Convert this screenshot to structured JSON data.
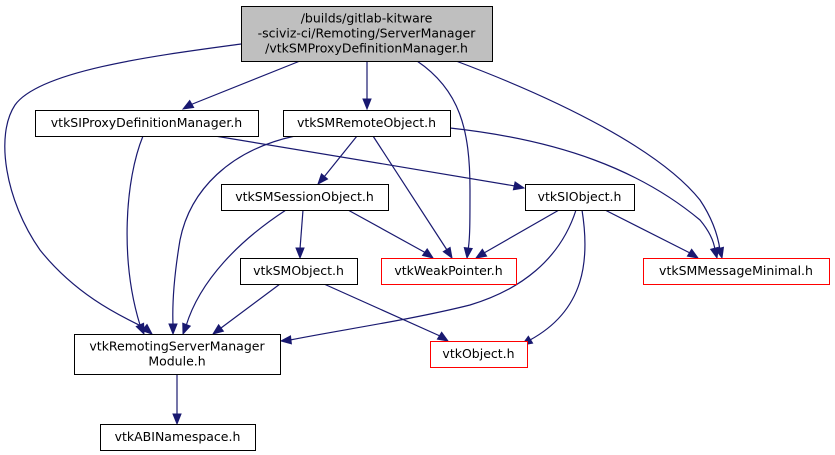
{
  "diagram": {
    "type": "include-dependency-graph",
    "colors": {
      "edge": "#191970",
      "root_fill": "#bfbfbf",
      "node_fill": "#ffffff",
      "node_border": "#000000",
      "external_border": "#ff0000",
      "root_border": "#000000"
    },
    "nodes": [
      {
        "id": "root",
        "kind": "root",
        "lines": [
          "/builds/gitlab-kitware",
          "-sciviz-ci/Remoting/ServerManager",
          "/vtkSMProxyDefinitionManager.h"
        ]
      },
      {
        "id": "siproxydef",
        "kind": "normal",
        "lines": [
          "vtkSIProxyDefinitionManager.h"
        ]
      },
      {
        "id": "smremote",
        "kind": "normal",
        "lines": [
          "vtkSMRemoteObject.h"
        ]
      },
      {
        "id": "smsession",
        "kind": "normal",
        "lines": [
          "vtkSMSessionObject.h"
        ]
      },
      {
        "id": "siobject",
        "kind": "normal",
        "lines": [
          "vtkSIObject.h"
        ]
      },
      {
        "id": "smobject",
        "kind": "normal",
        "lines": [
          "vtkSMObject.h"
        ]
      },
      {
        "id": "weakptr",
        "kind": "external",
        "lines": [
          "vtkWeakPointer.h"
        ]
      },
      {
        "id": "msgmin",
        "kind": "external",
        "lines": [
          "vtkSMMessageMinimal.h"
        ]
      },
      {
        "id": "module",
        "kind": "normal",
        "lines": [
          "vtkRemotingServerManager",
          "Module.h"
        ]
      },
      {
        "id": "vtkobject",
        "kind": "external",
        "lines": [
          "vtkObject.h"
        ]
      },
      {
        "id": "abins",
        "kind": "normal",
        "lines": [
          "vtkABINamespace.h"
        ]
      }
    ],
    "edges": [
      {
        "from": "root",
        "to": "siproxydef"
      },
      {
        "from": "root",
        "to": "smremote"
      },
      {
        "from": "root",
        "to": "module"
      },
      {
        "from": "root",
        "to": "weakptr"
      },
      {
        "from": "root",
        "to": "msgmin"
      },
      {
        "from": "siproxydef",
        "to": "module"
      },
      {
        "from": "siproxydef",
        "to": "siobject"
      },
      {
        "from": "smremote",
        "to": "smsession"
      },
      {
        "from": "smremote",
        "to": "module"
      },
      {
        "from": "smremote",
        "to": "weakptr"
      },
      {
        "from": "smremote",
        "to": "msgmin"
      },
      {
        "from": "smsession",
        "to": "smobject"
      },
      {
        "from": "smsession",
        "to": "module"
      },
      {
        "from": "smsession",
        "to": "weakptr"
      },
      {
        "from": "siobject",
        "to": "weakptr"
      },
      {
        "from": "siobject",
        "to": "msgmin"
      },
      {
        "from": "siobject",
        "to": "module"
      },
      {
        "from": "siobject",
        "to": "vtkobject"
      },
      {
        "from": "smobject",
        "to": "module"
      },
      {
        "from": "smobject",
        "to": "vtkobject"
      },
      {
        "from": "module",
        "to": "abins"
      }
    ]
  }
}
